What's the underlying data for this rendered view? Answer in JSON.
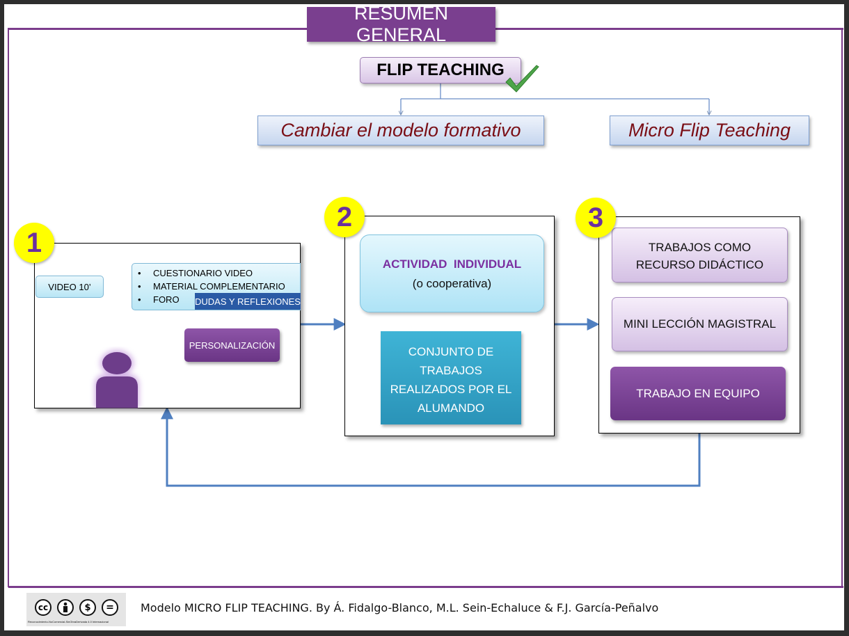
{
  "header": {
    "title": "RESUMEN GENERAL"
  },
  "top": {
    "main": "FLIP TEACHING",
    "branch_left": "Cambiar el modelo formativo",
    "branch_right": "Micro Flip Teaching"
  },
  "panel1": {
    "number": "1",
    "video": "VIDEO 10’",
    "bullets": [
      "CUESTIONARIO VIDEO",
      "MATERIAL COMPLEMENTARIO",
      "FORO"
    ],
    "dudas": "DUDAS Y REFLEXIONES",
    "personalizacion": "PERSONALIZACIÓN"
  },
  "panel2": {
    "number": "2",
    "actividad_title": "ACTIVIDAD  INDIVIDUAL",
    "actividad_sub": "(o cooperativa)",
    "conjunto": [
      "CONJUNTO DE",
      "TRABAJOS",
      "REALIZADOS POR EL",
      "ALUMANDO"
    ]
  },
  "panel3": {
    "number": "3",
    "trabajos": [
      "TRABAJOS COMO",
      "RECURSO DIDÁCTICO"
    ],
    "mini": "MINI LECCIÓN MAGISTRAL",
    "equipo": "TRABAJO EN EQUIPO"
  },
  "footer": {
    "credit": "Modelo MICRO FLIP TEACHING. By Á. Fidalgo-Blanco, M.L. Sein-Echaluce &  F.J. García-Peñalvo",
    "license_caption": "Reconocimiento-NoComercial-SinObraDerivada 4.0 Internacional",
    "license_icons": [
      "cc",
      "by",
      "nc",
      "nd"
    ]
  },
  "colors": {
    "accent_purple": "#7a3f8f",
    "arrow_blue": "#4f7fc0",
    "number_yellow": "#ffff00",
    "branch_text": "#7a0e15"
  }
}
